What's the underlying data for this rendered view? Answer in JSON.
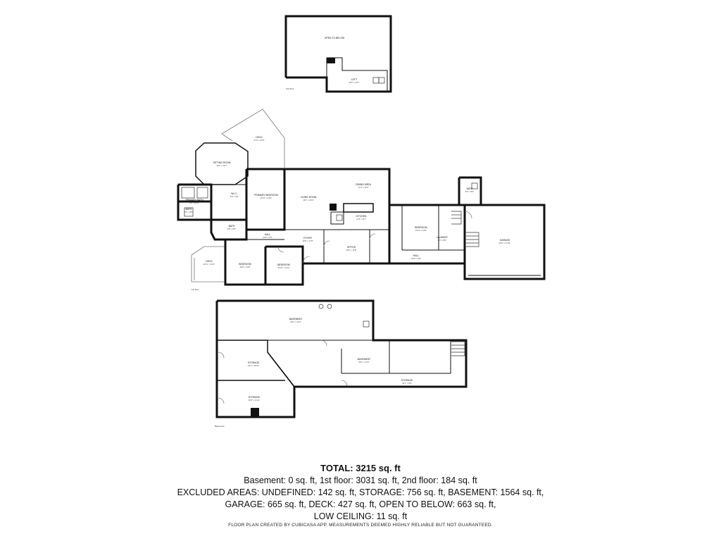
{
  "floors": {
    "second": {
      "label": "2nd floor",
      "rooms": [
        {
          "name": "OPEN TO BELOW",
          "dims": ""
        },
        {
          "name": "LOFT",
          "dims": "20'3\" x 12'7\""
        }
      ]
    },
    "first": {
      "label": "1st floor",
      "rooms": [
        {
          "name": "DECK",
          "dims": "17'0\" x 20'4\""
        },
        {
          "name": "SITTING ROOM",
          "dims": "16'1\" x 15'7\""
        },
        {
          "name": "PRIMARY BEDROOM",
          "dims": "12'11\" x 16'3\""
        },
        {
          "name": "LIVING ROOM",
          "dims": "16'1\" x 20'4\""
        },
        {
          "name": "DINING AREA",
          "dims": "17'3\" x 12'0\""
        },
        {
          "name": "KITCHEN",
          "dims": "17'3\" x 8'7\""
        },
        {
          "name": "W.I.C.",
          "dims": "8'0\" x 6'0\""
        },
        {
          "name": "PRIMARY BATH",
          "dims": "9'6\" x 11'8\""
        },
        {
          "name": "BATH",
          "dims": "7'6\" x 8'0\""
        },
        {
          "name": "BATH",
          "dims": "5'8\" x 8'3\""
        },
        {
          "name": "BEDROOM",
          "dims": "11'11\" x 16'0\""
        },
        {
          "name": "BATH",
          "dims": "8'0\" x 8'5\""
        },
        {
          "name": "GARAGE",
          "dims": "26'3\" x 27'11\""
        },
        {
          "name": "HALL",
          "dims": "13'3\" x 5'6\""
        },
        {
          "name": "FOYER",
          "dims": "14'8\" x 17'8\""
        },
        {
          "name": "OFFICE",
          "dims": "13'6\" x 11'8\""
        },
        {
          "name": "LAUNDRY",
          "dims": "6'3\" x 8'5\""
        },
        {
          "name": "HALL",
          "dims": "23'0\" x 5'8\""
        },
        {
          "name": "DECK",
          "dims": "11'11\" x 16'3\""
        },
        {
          "name": "BEDROOM",
          "dims": "13'0\" x 14'9\""
        },
        {
          "name": "BEDROOM",
          "dims": "11'10\" x 13'2\""
        }
      ]
    },
    "basement": {
      "label": "Basement",
      "rooms": [
        {
          "name": "BASEMENT",
          "dims": "60'1\" x 11'0\""
        },
        {
          "name": "STORAGE",
          "dims": "19'1\" x 16'11\""
        },
        {
          "name": "BASEMENT",
          "dims": "26'1\" x 17'2\""
        },
        {
          "name": "STORAGE",
          "dims": "41'7\" x 6'8\""
        },
        {
          "name": "STORAGE",
          "dims": "16'6\" x 11'11\""
        }
      ]
    }
  },
  "summary": {
    "total": "TOTAL: 3215 sq. ft",
    "line1": "Basement: 0 sq. ft, 1st floor: 3031 sq. ft, 2nd floor: 184 sq. ft",
    "line2": "EXCLUDED AREAS: UNDEFINED: 142 sq. ft, STORAGE: 756 sq. ft, BASEMENT: 1564 sq. ft,",
    "line3": "GARAGE: 665 sq. ft, DECK: 427 sq. ft, OPEN TO BELOW: 663 sq. ft,",
    "line4": "LOW CEILING: 11 sq. ft"
  },
  "footer": "FLOOR PLAN CREATED BY CUBICASA APP. MEASUREMENTS DEEMED HIGHLY RELIABLE BUT NOT GUARANTEED."
}
